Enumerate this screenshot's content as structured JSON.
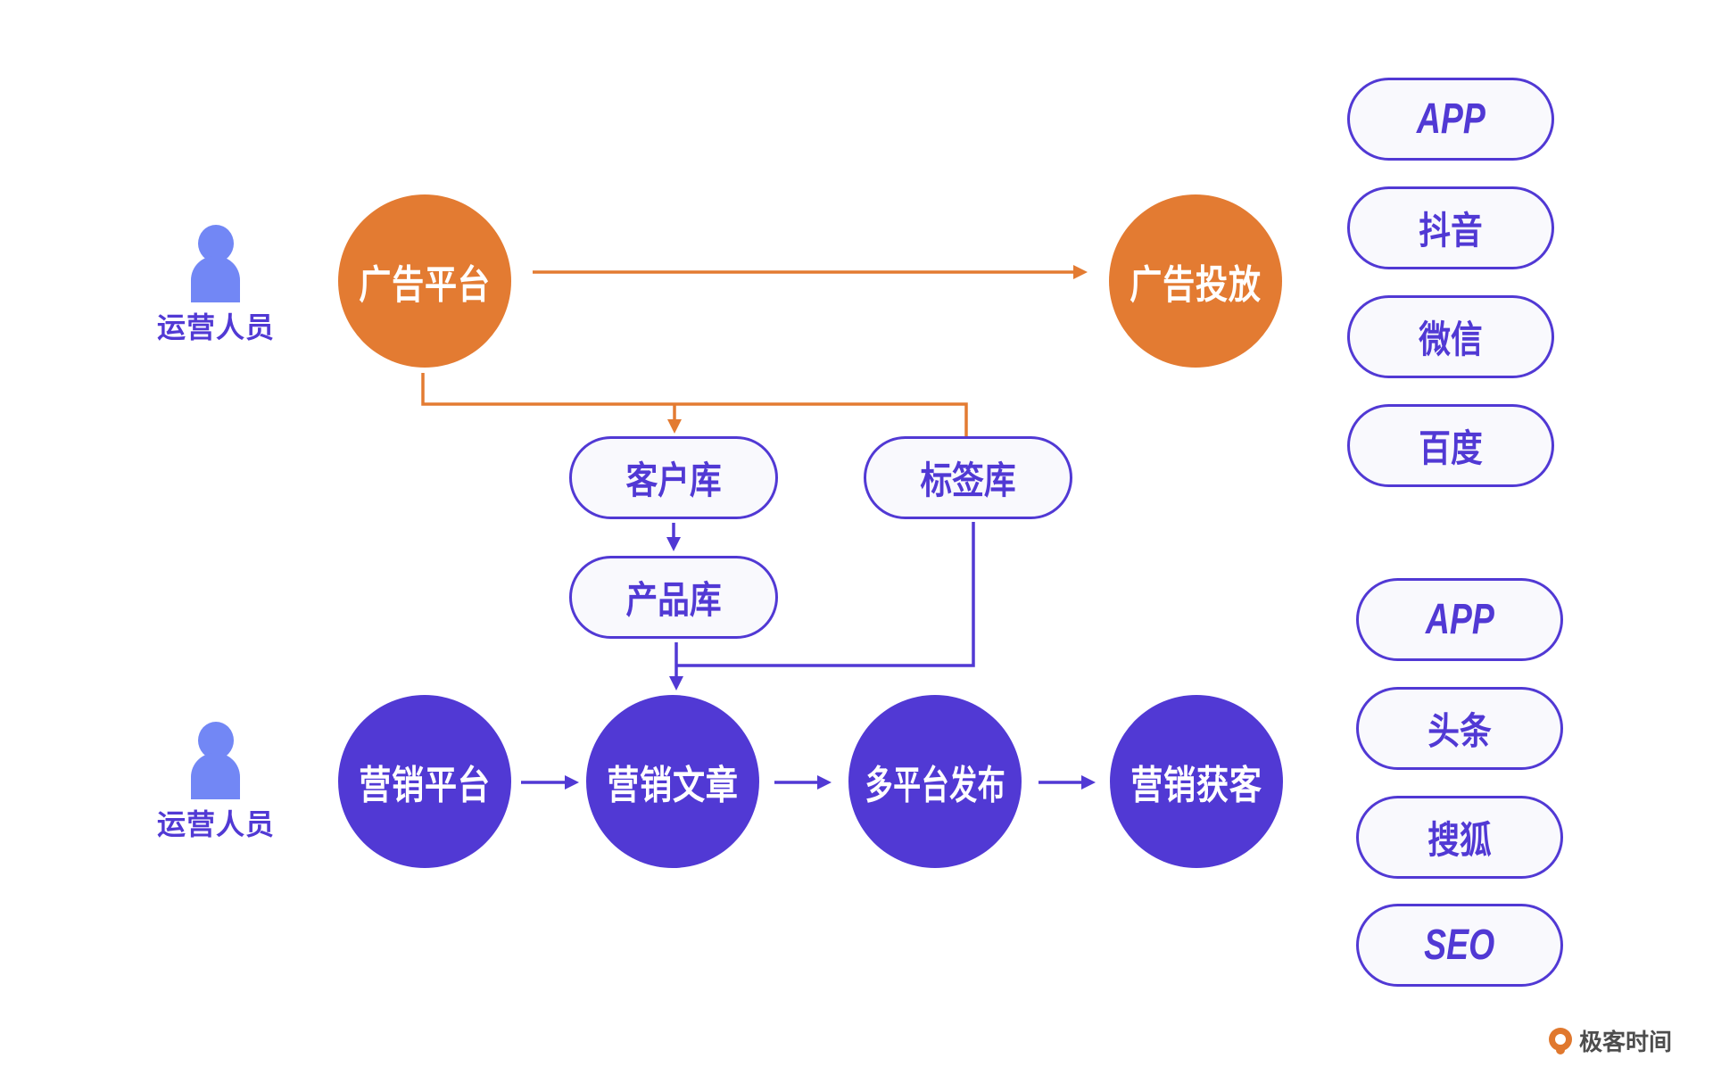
{
  "actors": [
    {
      "label": "运营人员",
      "icon": "person-icon"
    },
    {
      "label": "运营人员",
      "icon": "person-icon"
    }
  ],
  "ad_flow": {
    "nodes": [
      {
        "id": "ad-platform",
        "label": "广告平台"
      },
      {
        "id": "ad-delivery",
        "label": "广告投放"
      }
    ],
    "edges": [
      {
        "from": "ad-platform",
        "to": "ad-delivery"
      },
      {
        "from": "ad-platform",
        "to": "customer-db"
      },
      {
        "from": "ad-platform",
        "to": "tag-db"
      }
    ]
  },
  "databases": [
    {
      "id": "customer-db",
      "label": "客户库"
    },
    {
      "id": "tag-db",
      "label": "标签库"
    },
    {
      "id": "product-db",
      "label": "产品库"
    }
  ],
  "marketing_flow": {
    "nodes": [
      {
        "id": "marketing-platform",
        "label": "营销平台"
      },
      {
        "id": "marketing-article",
        "label": "营销文章"
      },
      {
        "id": "multi-platform-publish",
        "label": "多平台发布"
      },
      {
        "id": "marketing-acquisition",
        "label": "营销获客"
      }
    ],
    "edges": [
      {
        "from": "customer-db",
        "to": "product-db"
      },
      {
        "from": "product-db",
        "to": "marketing-article"
      },
      {
        "from": "tag-db",
        "to": "marketing-article"
      },
      {
        "from": "marketing-platform",
        "to": "marketing-article"
      },
      {
        "from": "marketing-article",
        "to": "multi-platform-publish"
      },
      {
        "from": "multi-platform-publish",
        "to": "marketing-acquisition"
      }
    ]
  },
  "ad_channels": [
    "APP",
    "抖音",
    "微信",
    "百度"
  ],
  "marketing_channels": [
    "APP",
    "头条",
    "搜狐",
    "SEO"
  ],
  "brand": {
    "name": "极客时间",
    "icon": "geektime-logo-icon"
  },
  "colors": {
    "ad": "#e37b32",
    "marketing": "#5139d4",
    "person": "#7287f5",
    "pill_fill": "#f9f9fd"
  }
}
